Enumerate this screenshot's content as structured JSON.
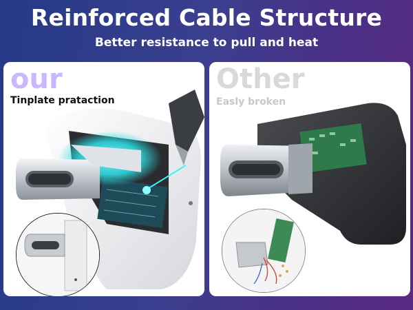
{
  "header": {
    "title": "Reinforced Cable Structure",
    "subtitle": "Better resistance to pull and heat"
  },
  "left_panel": {
    "heading": "our",
    "caption": "Tinplate prataction"
  },
  "right_panel": {
    "heading": "Other",
    "caption": "Easly broken"
  },
  "colors": {
    "background_start": "#243a86",
    "background_end": "#5a2a82",
    "left_heading": "#c9b8ff",
    "right_heading": "#d9d9d9",
    "glow": "#2de0e6",
    "pcb_green": "#2f7a4a"
  }
}
